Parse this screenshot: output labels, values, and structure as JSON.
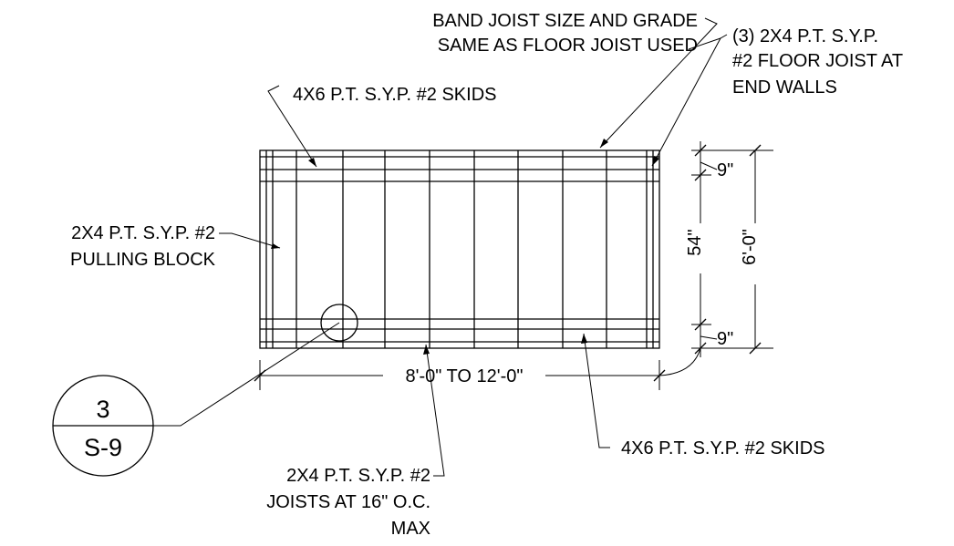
{
  "labels": {
    "band_joist_line1": "BAND JOIST SIZE AND GRADE",
    "band_joist_line2": "SAME AS FLOOR JOIST USED",
    "end_walls_line1": "(3) 2X4 P.T. S.Y.P.",
    "end_walls_line2": "#2 FLOOR JOIST AT",
    "end_walls_line3": "END WALLS",
    "skids_top": "4X6 P.T. S.Y.P. #2 SKIDS",
    "pulling_block_line1": "2X4 P.T. S.Y.P. #2",
    "pulling_block_line2": "PULLING BLOCK",
    "skids_bottom": "4X6 P.T. S.Y.P. #2 SKIDS",
    "joists_line1": "2X4 P.T. S.Y.P. #2",
    "joists_line2": "JOISTS AT 16\" O.C.",
    "joists_line3": "MAX"
  },
  "dimensions": {
    "length": "8'-0\" TO 12'-0\"",
    "width_total": "6'-0\"",
    "inner_span": "54\"",
    "edge_top": "9\"",
    "edge_bottom": "9\""
  },
  "detail_callout": {
    "number": "3",
    "sheet": "S-9"
  }
}
